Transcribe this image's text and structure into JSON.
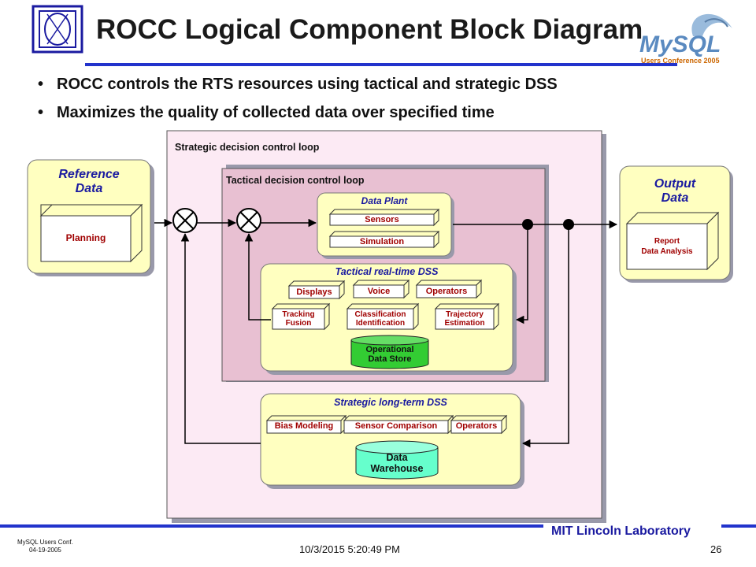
{
  "title": "ROCC Logical Component Block Diagram",
  "bullets": [
    "ROCC controls the RTS resources using tactical and strategic DSS",
    "Maximizes the quality of collected data over specified time"
  ],
  "logo": {
    "name": "MySQL",
    "subtitle": "Users Conference 2005"
  },
  "diagram": {
    "strategic_loop_label": "Strategic decision control loop",
    "tactical_loop_label": "Tactical decision control loop",
    "reference": {
      "title_line1": "Reference",
      "title_line2": "Data",
      "module": "Planning"
    },
    "output": {
      "title_line1": "Output",
      "title_line2": "Data",
      "module_line1": "Report",
      "module_line2": "Data Analysis"
    },
    "data_plant": {
      "title": "Data Plant",
      "modules": [
        "Sensors",
        "Simulation"
      ]
    },
    "tactical_dss": {
      "title": "Tactical real-time DSS",
      "top_modules": [
        "Displays",
        "Voice",
        "Operators"
      ],
      "tracking": [
        "Tracking",
        "Fusion"
      ],
      "classification": [
        "Classification",
        "Identification"
      ],
      "trajectory": [
        "Trajectory",
        "Estimation"
      ],
      "store": [
        "Operational",
        "Data Store"
      ]
    },
    "strategic_dss": {
      "title": "Strategic long-term DSS",
      "modules": [
        "Bias Modeling",
        "Sensor Comparison",
        "Operators"
      ],
      "warehouse": [
        "Data",
        "Warehouse"
      ]
    }
  },
  "footer": {
    "conf_line1": "MySQL Users Conf.",
    "conf_line2": "04-19-2005",
    "datetime": "10/3/2015 5:20:49 PM",
    "page": "26",
    "lab": "MIT Lincoln Laboratory"
  },
  "colors": {
    "strategic_bg": "#fceaf4",
    "tactical_bg": "#e8c0d2",
    "panel_bg": "#ffffc0",
    "module_bg": "#ffffff",
    "module_side": "#ffffc0",
    "store_green": "#33cc33",
    "warehouse_cyan": "#66ffcc",
    "title_blue": "#1a1aa0",
    "module_red": "#a00000",
    "bar_blue": "#2233cc"
  }
}
